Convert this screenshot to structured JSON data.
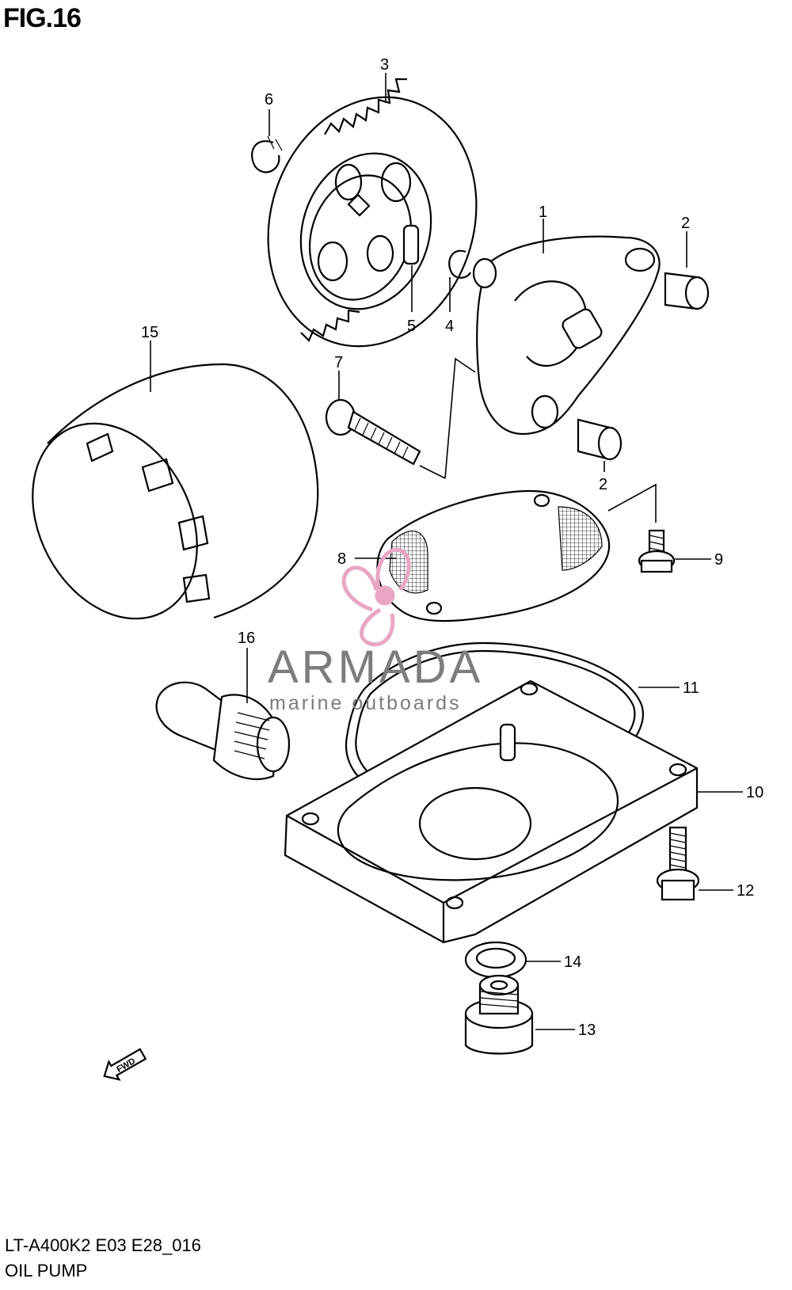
{
  "figure": {
    "title": "FIG.16",
    "code": "LT-A400K2 E03 E28_016",
    "name": "OIL PUMP"
  },
  "callouts": [
    "1",
    "2",
    "2",
    "3",
    "4",
    "5",
    "6",
    "7",
    "8",
    "9",
    "10",
    "11",
    "12",
    "13",
    "14",
    "15",
    "16"
  ],
  "direction_marker": "FWD",
  "watermark": {
    "brand": "ARMADA",
    "tagline": "marine outboards",
    "logo_color": "#e9a6c4",
    "text_color": "#7c7c7c"
  }
}
